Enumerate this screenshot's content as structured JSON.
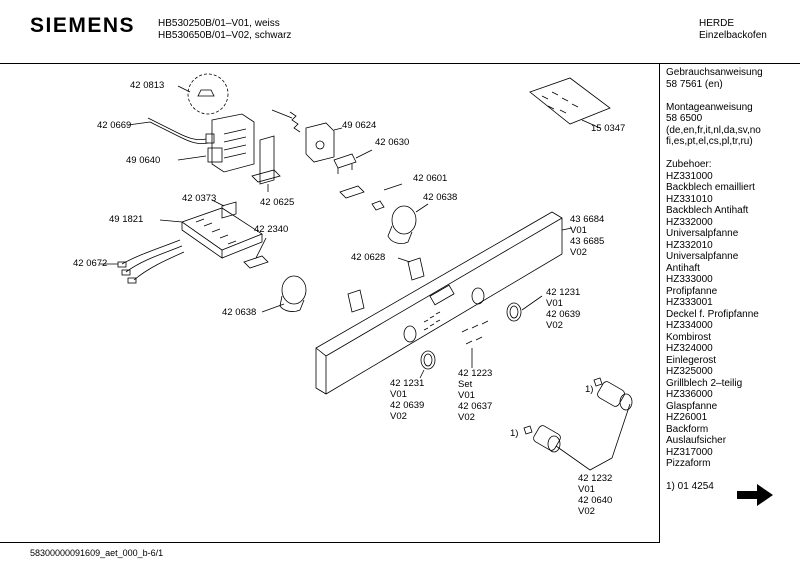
{
  "header": {
    "brand": "SIEMENS",
    "models": [
      "HB530250B/01–V01, weiss",
      "HB530650B/01–V02, schwarz"
    ],
    "category": [
      "HERDE",
      "Einzelbackofen"
    ]
  },
  "sidebar": {
    "blocks": [
      [
        "Gebrauchsanweisung",
        "58 7561 (en)"
      ],
      [
        "Montageanweisung",
        "58 6500",
        "(de,en,fr,it,nl,da,sv,no",
        "fi,es,pt,el,cs,pl,tr,ru)"
      ],
      [
        "Zubehoer:",
        "HZ331000",
        "Backblech emailliert",
        "HZ331010",
        "Backblech Antihaft",
        "HZ332000",
        "Universalpfanne",
        "HZ332010",
        "Universalpfanne",
        "Antihaft",
        "HZ333000",
        "Profipfanne",
        "HZ333001",
        "Deckel f. Profipfanne",
        "HZ334000",
        "Kombirost",
        "HZ324000",
        "Einlegerost",
        "HZ325000",
        "Grillblech 2–teilig",
        "HZ336000",
        "Glaspfanne",
        "HZ26001",
        "Backform",
        "Auslaufsicher",
        "HZ317000",
        "Pizzaform"
      ],
      [
        "1) 01 4254"
      ]
    ]
  },
  "diagram": {
    "labels": [
      [
        "42 0813"
      ],
      [
        "42 0669"
      ],
      [
        "49 0640"
      ],
      [
        "49 0624"
      ],
      [
        "42 0630"
      ],
      [
        "42 0625"
      ],
      [
        "42 0373"
      ],
      [
        "42 0601"
      ],
      [
        "42 0638"
      ],
      [
        "49 1821"
      ],
      [
        "42 2340"
      ],
      [
        "42 0672"
      ],
      [
        "42 0628"
      ],
      [
        "42 0638"
      ],
      [
        "15 0347"
      ],
      [
        "43 6684",
        "V01",
        "43 6685",
        "V02"
      ],
      [
        "42 1231",
        "V01",
        "42 0639",
        "V02"
      ],
      [
        "42 1231",
        "V01",
        "42 0639",
        "V02"
      ],
      [
        "42 1223",
        "Set",
        "V01",
        "42 0637",
        "V02"
      ],
      [
        "1)"
      ],
      [
        "1)"
      ],
      [
        "42 1232",
        "V01",
        "42 0640",
        "V02"
      ]
    ]
  },
  "footer": {
    "doc_id": "58300000091609_aet_000_b-6/1"
  }
}
